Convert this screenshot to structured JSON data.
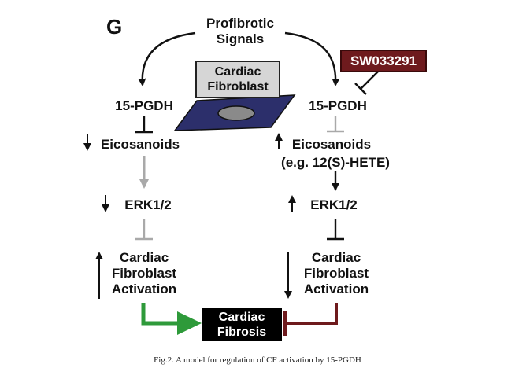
{
  "panel_label": "G",
  "top_node": {
    "line1": "Profibrotic",
    "line2": "Signals"
  },
  "cell_label": {
    "line1": "Cardiac",
    "line2": "Fibroblast"
  },
  "inhibitor": {
    "label": "SW033291"
  },
  "left_branch": {
    "enzyme": "15-PGDH",
    "eicosanoids": "Eicosanoids",
    "erk": "ERK1/2",
    "activation": {
      "line1": "Cardiac",
      "line2": "Fibroblast",
      "line3": "Activation"
    }
  },
  "right_branch": {
    "enzyme": "15-PGDH",
    "eicosanoids": "Eicosanoids",
    "example": "(e.g. 12(S)-HETE)",
    "erk": "ERK1/2",
    "activation": {
      "line1": "Cardiac",
      "line2": "Fibroblast",
      "line3": "Activation"
    }
  },
  "outcome": {
    "line1": "Cardiac",
    "line2": "Fibrosis"
  },
  "caption": "Fig.2. A model for regulation of CF activation by 15-PGDH",
  "colors": {
    "activate": "#111111",
    "inactive": "#a9a9a9",
    "promote": "#2e9a3a",
    "inhibit": "#6e1a1d",
    "cell_fill": "#2c2f6b",
    "nucleus_fill": "#8a8a8a",
    "inhibitor_box": "#6e1a1d",
    "outcome_box": "#000000"
  }
}
